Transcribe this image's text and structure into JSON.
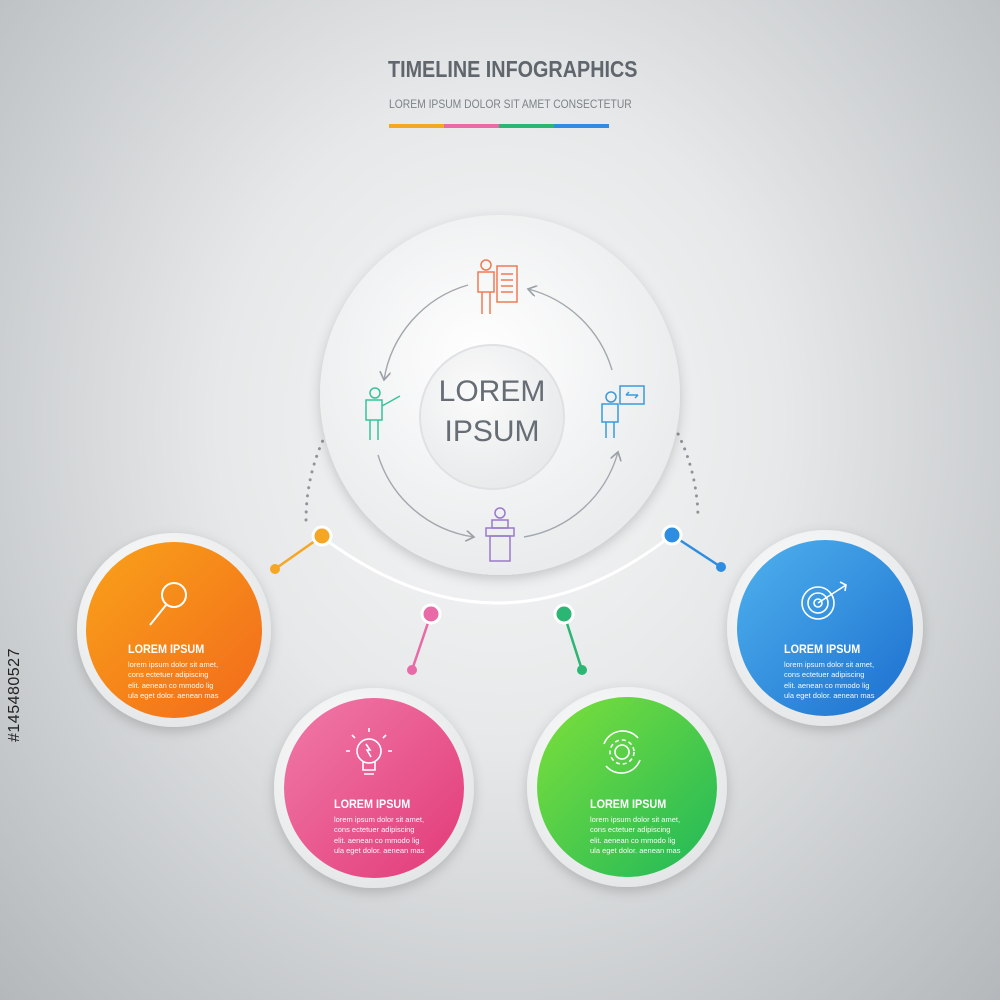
{
  "header": {
    "title": "TIMELINE INFOGRAPHICS",
    "subtitle": "LOREM IPSUM DOLOR SIT AMET CONSECTETUR",
    "bar_colors": [
      "#f5a623",
      "#e86aa6",
      "#2bb673",
      "#2e8de0"
    ]
  },
  "center": {
    "line1": "LOREM",
    "line2": "IPSUM"
  },
  "center_icons": [
    "presenter-with-document-icon",
    "person-with-pointer-icon",
    "person-at-board-icon",
    "speaker-at-podium-icon"
  ],
  "cards": [
    {
      "title": "LOREM IPSUM",
      "body": "lorem ipsum dolor sit amet,\ncons  ectetuer  adipiscing\nelit. aenean co mmodo lig\nula eget dolor. aenean mas",
      "icon": "magnifier-icon",
      "color_start": "#f9a21a",
      "color_end": "#f26a1b",
      "dot_color": "#f5a623"
    },
    {
      "title": "LOREM IPSUM",
      "body": "lorem ipsum dolor sit amet,\ncons  ectetuer  adipiscing\nelit. aenean co mmodo lig\nula eget dolor. aenean mas",
      "icon": "lightbulb-icon",
      "color_start": "#f07aa8",
      "color_end": "#e23a78",
      "dot_color": "#e86aa6"
    },
    {
      "title": "LOREM IPSUM",
      "body": "lorem ipsum dolor sit amet,\ncons  ectetuer  adipiscing\nelit. aenean co mmodo lig\nula eget dolor. aenean mas",
      "icon": "gear-cycle-icon",
      "color_start": "#7ee03a",
      "color_end": "#1fb85a",
      "dot_color": "#2bb673"
    },
    {
      "title": "LOREM IPSUM",
      "body": "lorem ipsum dolor sit amet,\ncons  ectetuer  adipiscing\nelit. aenean co mmodo lig\nula eget dolor. aenean mas",
      "icon": "target-icon",
      "color_start": "#4fb2ee",
      "color_end": "#1c6fcf",
      "dot_color": "#2e8de0"
    }
  ],
  "stock_id": "#145480527"
}
